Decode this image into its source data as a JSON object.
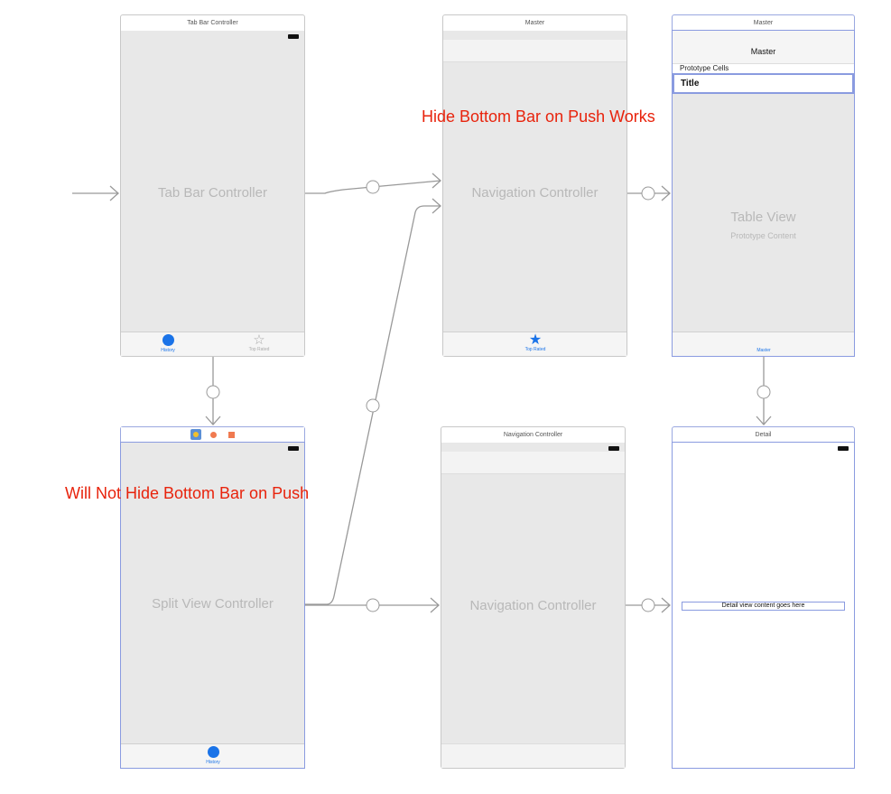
{
  "annotations": {
    "top": "Hide Bottom Bar on Push Works",
    "bottom": "Will Not Hide Bottom Bar on Push"
  },
  "scenes": {
    "tab_bar": {
      "title": "Tab Bar Controller",
      "label": "Tab Bar Controller",
      "tabs": [
        {
          "label": "History",
          "icon": "clock-icon"
        },
        {
          "label": "Top Rated",
          "icon": "star-icon"
        }
      ]
    },
    "master_nav": {
      "title": "Master",
      "label": "Navigation Controller",
      "tab": "Top Rated"
    },
    "master_table": {
      "title": "Master",
      "nav_title": "Master",
      "section": "Prototype Cells",
      "cell": "Title",
      "label": "Table View",
      "sublabel": "Prototype Content",
      "tab": "Master"
    },
    "split": {
      "label": "Split View Controller",
      "tab": "History"
    },
    "detail_nav": {
      "title": "Navigation Controller",
      "label": "Navigation Controller"
    },
    "detail": {
      "title": "Detail",
      "content": "Detail view content goes here"
    }
  },
  "colors": {
    "annotation": "#e8230c",
    "accent": "#1a73e8",
    "selection": "#8a9be0"
  }
}
